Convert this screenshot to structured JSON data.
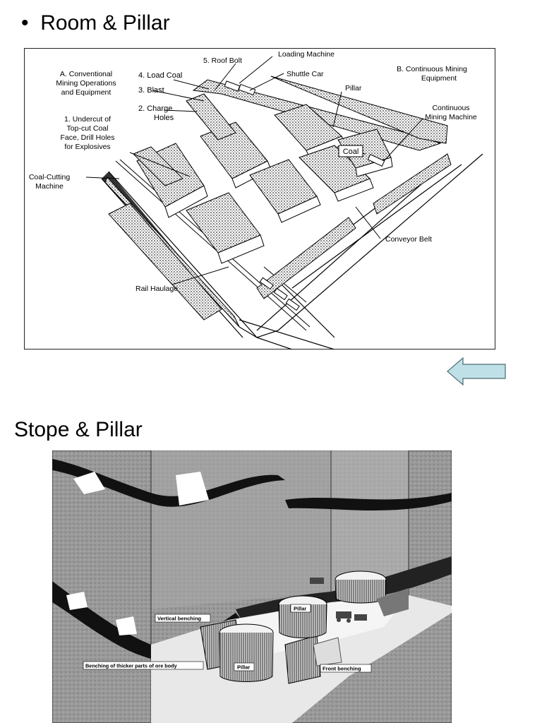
{
  "slide": {
    "bullet": "•",
    "title": "Room & Pillar",
    "subtitle": "Stope & Pillar"
  },
  "room_diagram": {
    "labels": {
      "roof_bolt": "5. Roof Bolt",
      "loading_machine": "Loading Machine",
      "shuttle_car": "Shuttle Car",
      "pillar": "Pillar",
      "conventional": [
        "A. Conventional",
        "Mining Operations",
        "and Equipment"
      ],
      "load_coal": "4. Load Coal",
      "blast": "3. Blast",
      "charge_holes": [
        "2. Charge",
        "Holes"
      ],
      "undercut": [
        "1. Undercut of",
        "Top-cut Coal",
        "Face, Drill Holes",
        "for Explosives"
      ],
      "continuous_equipment": [
        "B. Continuous Mining",
        "Equipment"
      ],
      "continuous_machine": [
        "Continuous",
        "Mining Machine"
      ],
      "coal": "Coal",
      "coal_cutting": [
        "Coal-Cutting",
        "Machine"
      ],
      "conveyor_belt": "Conveyor Belt",
      "rail_haulage": "Rail Haulage"
    }
  },
  "stope_diagram": {
    "labels": {
      "vertical_benching": "Vertical benching",
      "pillar_center": "Pillar",
      "pillar_front": "Pillar",
      "benching_thicker": "Benching of thicker parts of ore body",
      "front_benching": "Front benching"
    }
  },
  "colors": {
    "arrow_fill": "#bfe0e6",
    "arrow_stroke": "#4a6a72"
  }
}
